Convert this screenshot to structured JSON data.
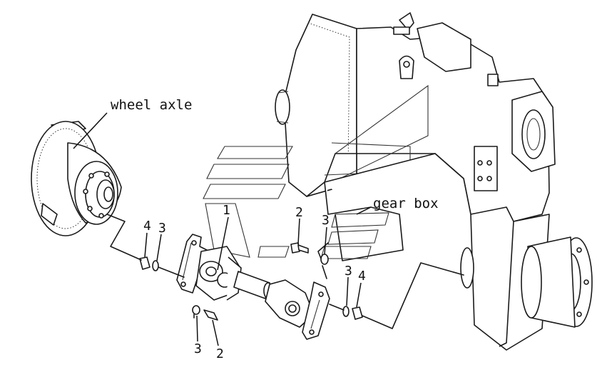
{
  "labels": {
    "wheel_axle": "wheel axle",
    "gear_box": "gear box"
  },
  "callouts": {
    "shaft": "1",
    "bolt_top": "2",
    "washer_top": "3",
    "nut_left": "4",
    "washer_left": "3",
    "washer_right": "3",
    "nut_right": "4",
    "washer_bottom": "3",
    "bolt_bottom": "2"
  }
}
